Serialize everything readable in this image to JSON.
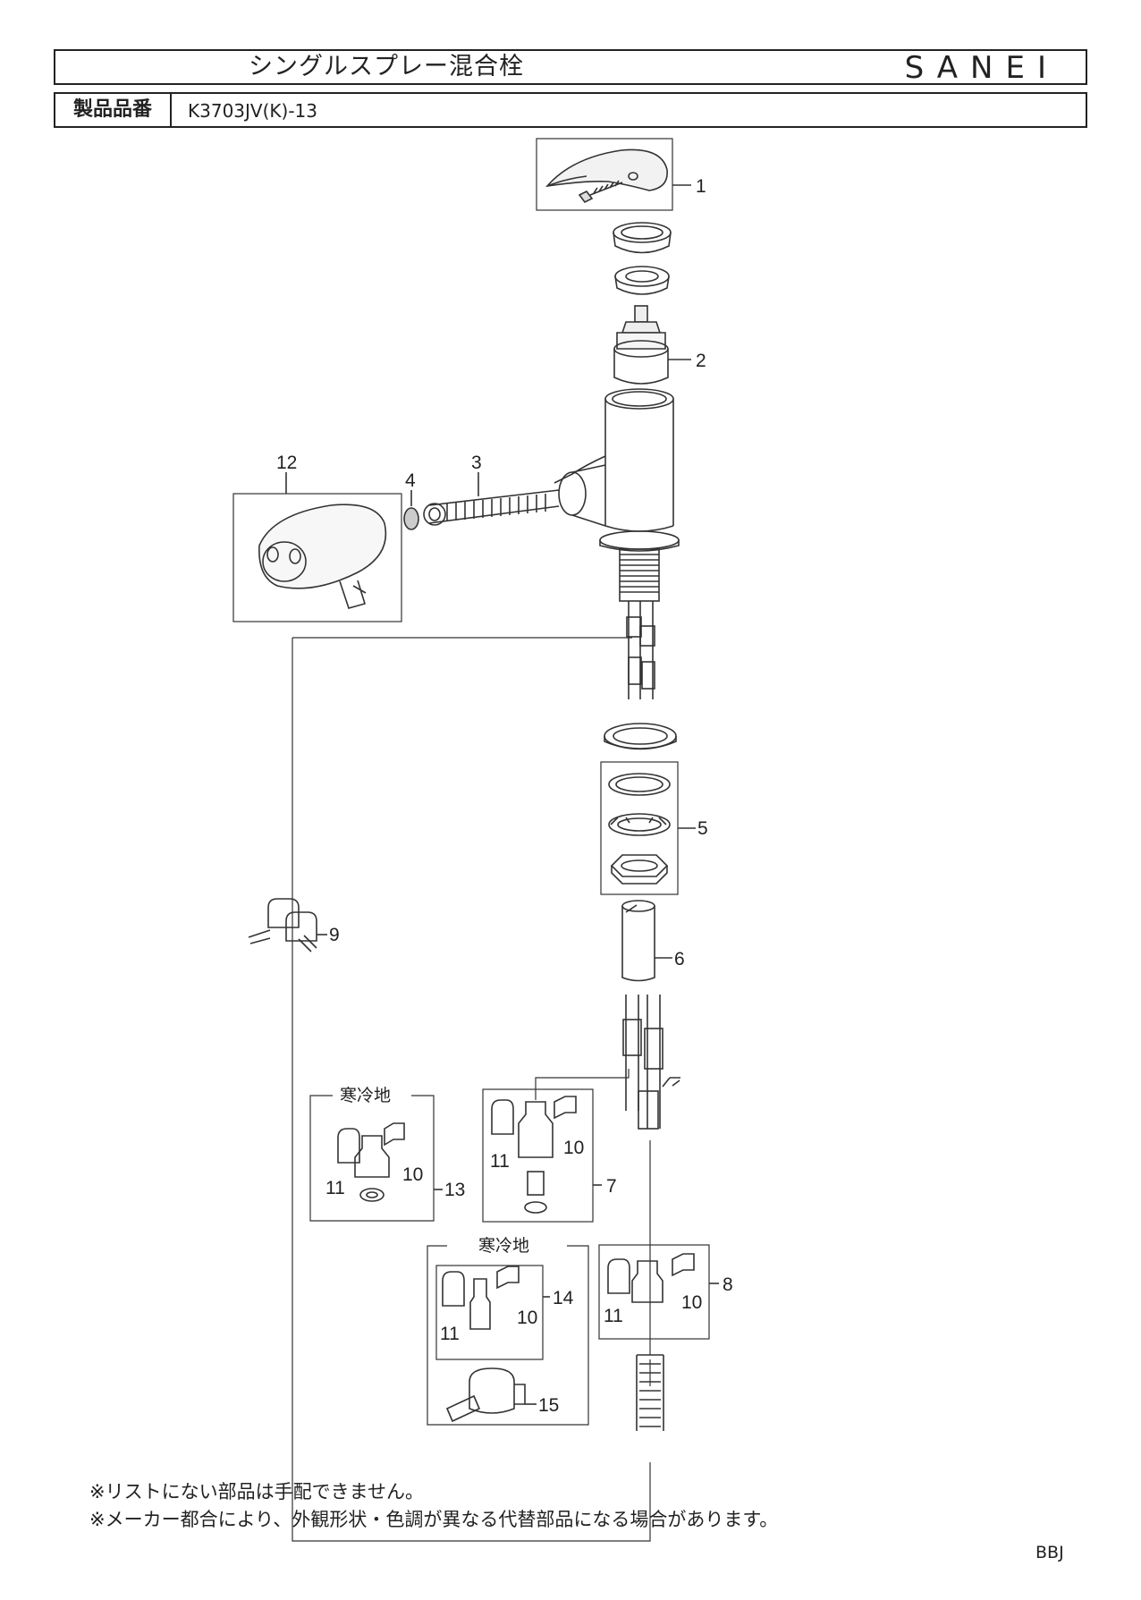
{
  "header": {
    "title": "シングルスプレー混合栓",
    "brand": "SANEI",
    "model_label": "製品品番",
    "model_number": "K3703JV(K)-13"
  },
  "parts": {
    "p1": "1",
    "p2": "2",
    "p3": "3",
    "p4": "4",
    "p5": "5",
    "p6": "6",
    "p7": "7",
    "p8": "8",
    "p9": "9",
    "p10a": "10",
    "p10b": "10",
    "p10c": "10",
    "p10d": "10",
    "p11a": "11",
    "p11b": "11",
    "p11c": "11",
    "p11d": "11",
    "p12": "12",
    "p13": "13",
    "p14": "14",
    "p15": "15"
  },
  "regions": {
    "cold_area_1": "寒冷地",
    "cold_area_2": "寒冷地"
  },
  "notes": {
    "note1": "※リストにない部品は手配できません。",
    "note2": "※メーカー都合により、外観形状・色調が異なる代替部品になる場合があります。"
  },
  "footer": {
    "code": "BBJ"
  }
}
